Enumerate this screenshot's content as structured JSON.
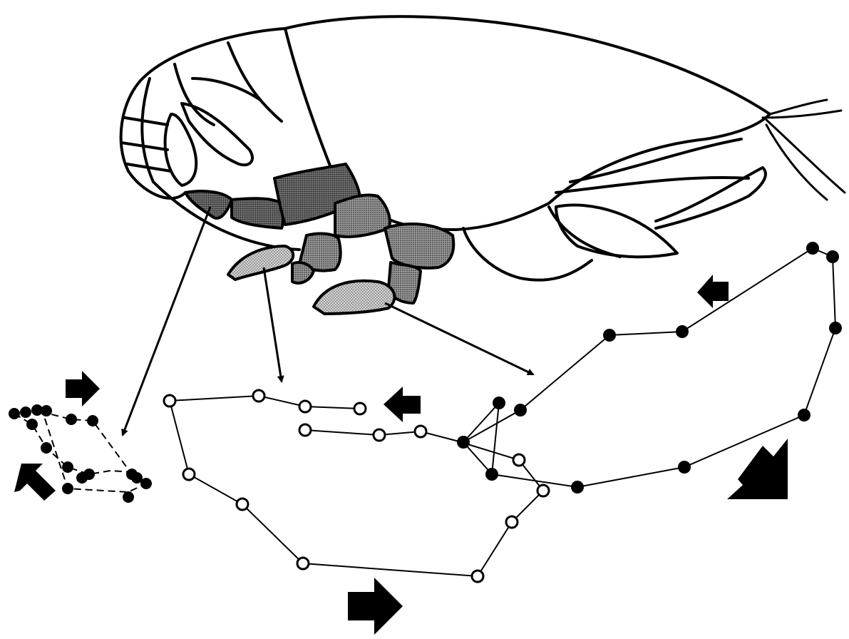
{
  "figure": {
    "colors": {
      "ink": "#000000",
      "background": "#ffffff",
      "shade_light": "#bdbdbd",
      "shade_mid": "#9a9a9a",
      "shade_dark": "#6e6e6e"
    },
    "body_segments_shaded": [
      "segment-front",
      "segment-middle",
      "segment-rear",
      "proximal-limb",
      "middle-limb",
      "distal-limb"
    ],
    "trajectories": [
      {
        "name": "small-cluster",
        "marker": "filled-circle",
        "line": "dashed"
      },
      {
        "name": "middle-loop",
        "marker": "open-circle",
        "line": "solid"
      },
      {
        "name": "large-loop",
        "marker": "filled-circle",
        "line": "solid"
      }
    ],
    "direction_arrows": [
      "block-arrow-right",
      "block-arrow-left",
      "block-arrow-diagonal"
    ]
  }
}
